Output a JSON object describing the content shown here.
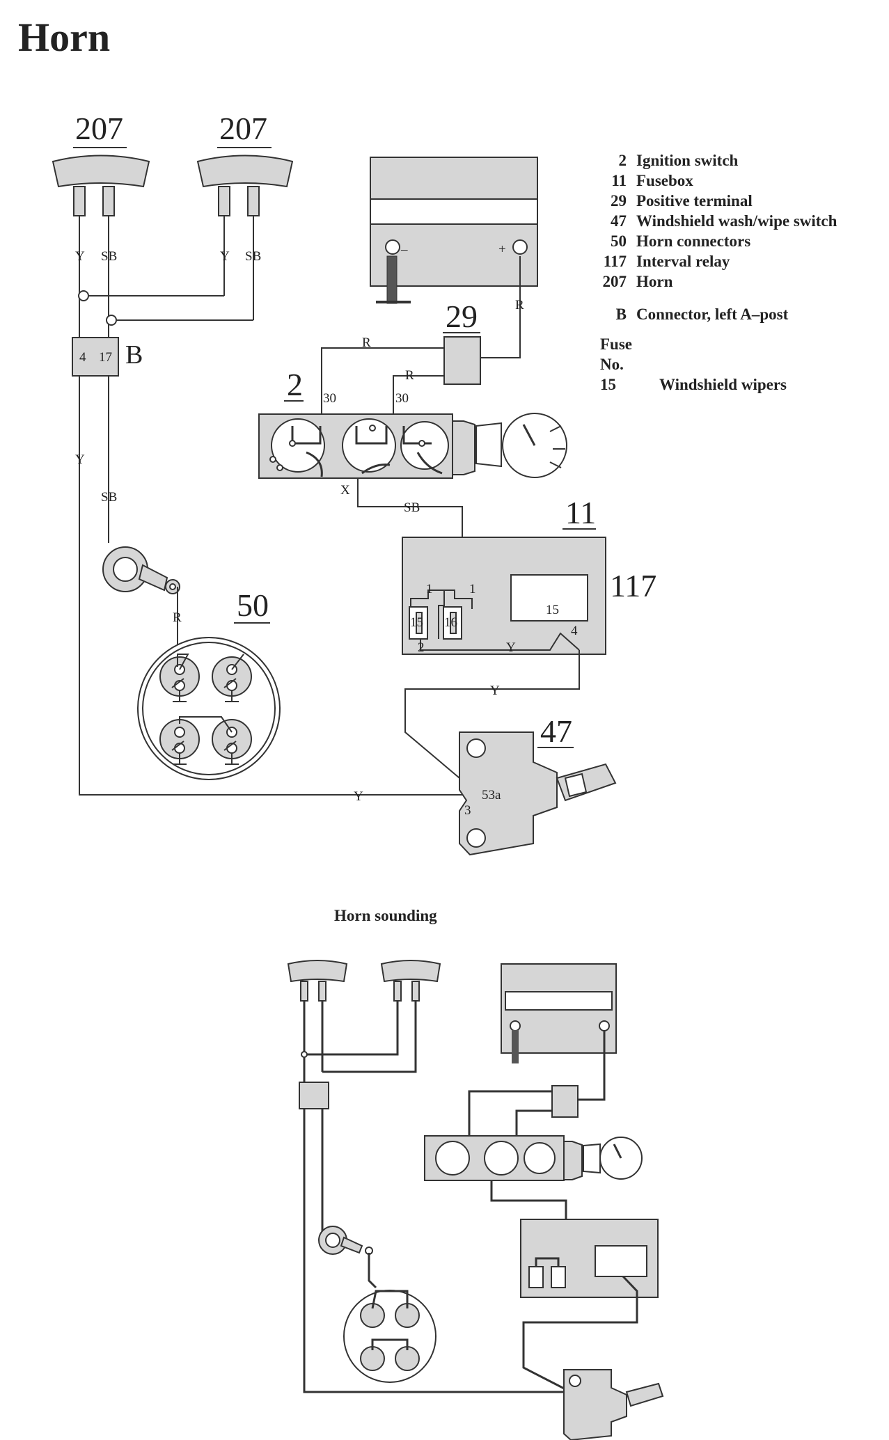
{
  "title": "Horn",
  "legend": {
    "items": [
      {
        "num": "2",
        "label": "Ignition switch"
      },
      {
        "num": "11",
        "label": "Fusebox"
      },
      {
        "num": "29",
        "label": "Positive terminal"
      },
      {
        "num": "47",
        "label": "Windshield wash/wipe switch"
      },
      {
        "num": "50",
        "label": "Horn connectors"
      },
      {
        "num": "117",
        "label": "Interval relay"
      },
      {
        "num": "207",
        "label": "Horn"
      }
    ],
    "connector": {
      "num": "B",
      "label": "Connector, left A–post"
    },
    "fuse_title_1": "Fuse",
    "fuse_title_2": "No.",
    "fuse": {
      "num": "15",
      "label": "Windshield wipers"
    }
  },
  "diagram": {
    "horn_left_label": "207",
    "horn_right_label": "207",
    "wire_y": "Y",
    "wire_sb": "SB",
    "wire_r": "R",
    "wire_x": "X",
    "connector_b": "B",
    "connector_pin_4": "4",
    "connector_pin_17": "17",
    "label_2": "2",
    "label_29": "29",
    "label_11": "11",
    "label_117": "117",
    "label_50": "50",
    "label_47": "47",
    "terminal_30a": "30",
    "terminal_30b": "30",
    "fuse_15": "15",
    "fuse_16": "16",
    "pin_1a": "1",
    "pin_1b": "1",
    "pin_2": "2",
    "relay_15": "15",
    "relay_4": "4",
    "switch_53a": "53a",
    "switch_3": "3",
    "batt_minus": "–",
    "batt_plus": "+"
  },
  "subtitle": "Horn sounding"
}
